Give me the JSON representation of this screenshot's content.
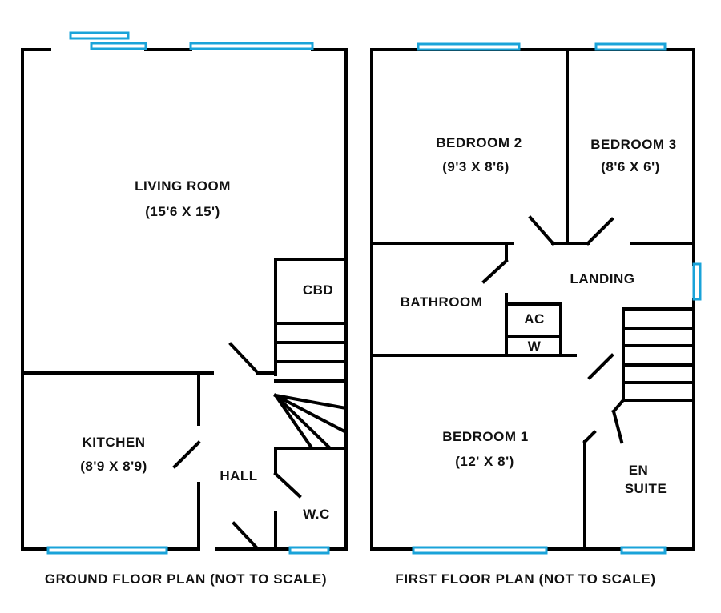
{
  "colors": {
    "wall": "#000000",
    "window": "#1aa3d9"
  },
  "ground_floor": {
    "caption": "GROUND FLOOR PLAN (NOT TO SCALE)",
    "living_room": {
      "name": "LIVING ROOM",
      "size": "(15'6 X 15')"
    },
    "cupboard": "CBD",
    "kitchen": {
      "name": "KITCHEN",
      "size": "(8'9 X 8'9)"
    },
    "hall": "HALL",
    "wc": "W.C"
  },
  "first_floor": {
    "caption": "FIRST FLOOR PLAN (NOT TO SCALE)",
    "bedroom2": {
      "name": "BEDROOM 2",
      "size": "(9'3 X 8'6)"
    },
    "bedroom3": {
      "name": "BEDROOM 3",
      "size": "(8'6 X 6')"
    },
    "landing": "LANDING",
    "bathroom": "BATHROOM",
    "airing_cupboard": {
      "top": "AC",
      "bottom": "W"
    },
    "bedroom1": {
      "name": "BEDROOM 1",
      "size": "(12' X 8')"
    },
    "ensuite": {
      "line1": "EN",
      "line2": "SUITE"
    }
  }
}
